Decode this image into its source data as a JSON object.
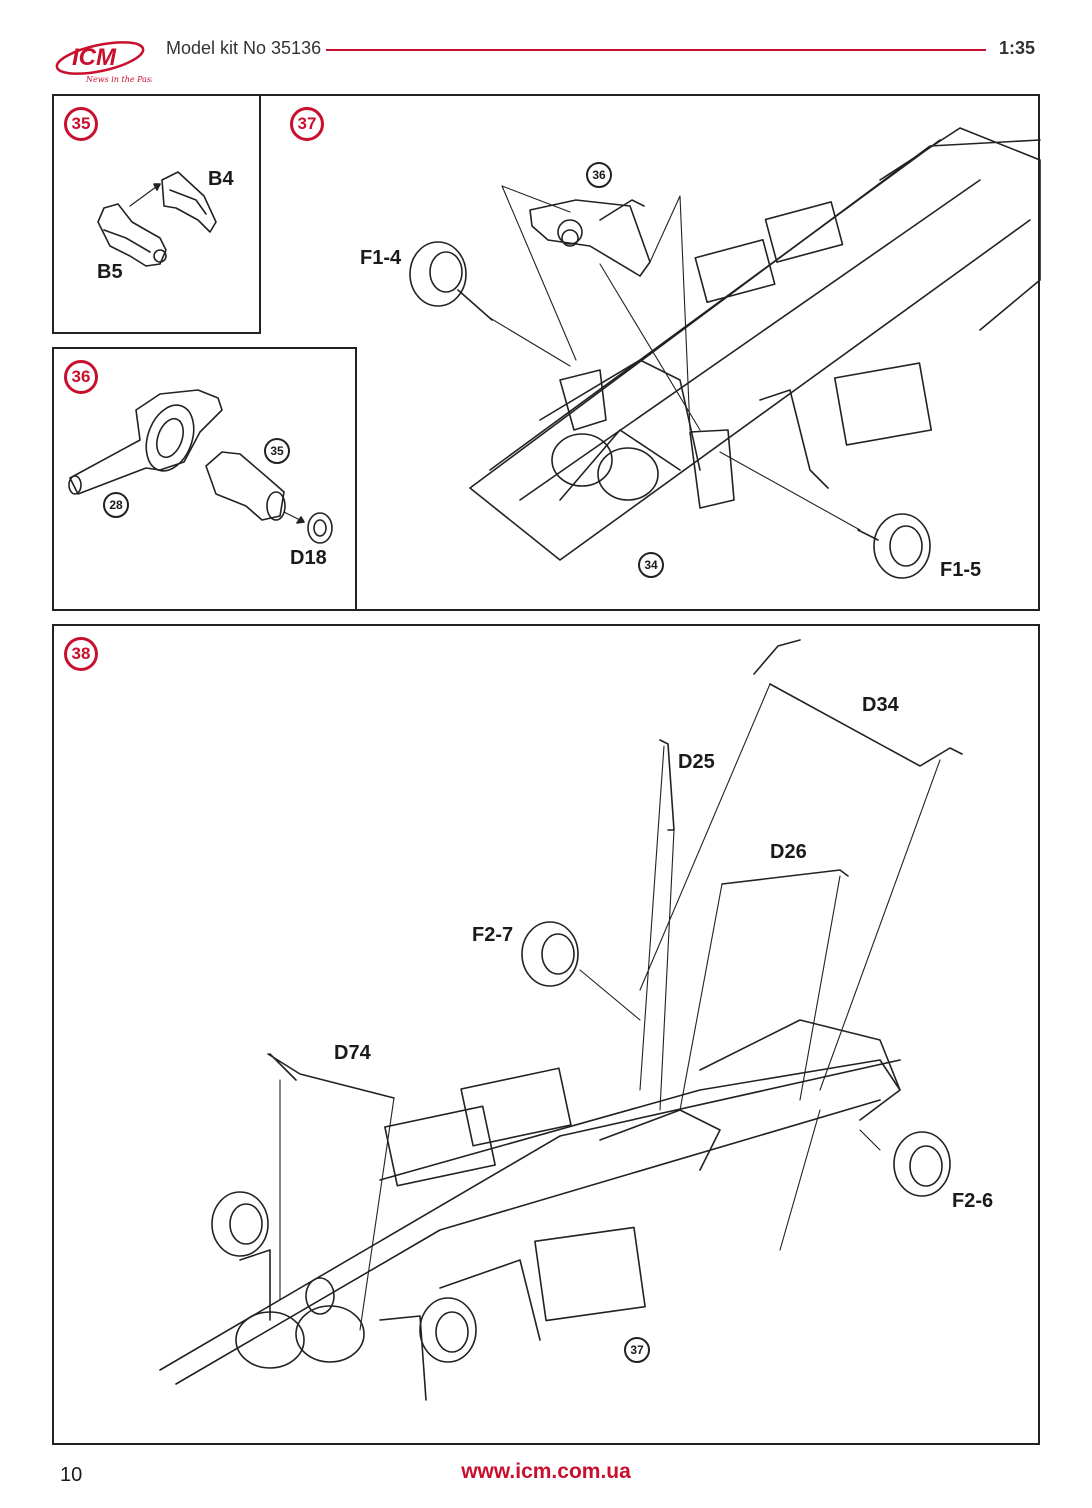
{
  "header": {
    "logo_text": "ICM",
    "logo_tagline": "News in the Past",
    "title": "Model kit No 35136",
    "scale": "1:35"
  },
  "steps": {
    "s35": {
      "number": "35",
      "parts": {
        "b4": "B4",
        "b5": "B5"
      }
    },
    "s36": {
      "number": "36",
      "ref_35": "35",
      "ref_28": "28",
      "parts": {
        "d18": "D18"
      }
    },
    "s37": {
      "number": "37",
      "ref_36": "36",
      "ref_34": "34",
      "parts": {
        "f1_4": "F1-4",
        "f1_5": "F1-5"
      }
    },
    "s38": {
      "number": "38",
      "ref_37": "37",
      "parts": {
        "d34": "D34",
        "d25": "D25",
        "d26": "D26",
        "f2_7": "F2-7",
        "d74": "D74",
        "f2_6": "F2-6"
      }
    }
  },
  "footer": {
    "page_number": "10",
    "url": "www.icm.com.ua"
  },
  "colors": {
    "accent": "#c8102e",
    "ink": "#1a1a1a"
  }
}
